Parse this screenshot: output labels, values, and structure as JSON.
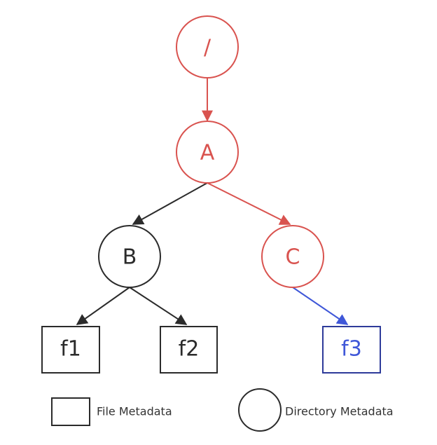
{
  "colors": {
    "red": "#d9534f",
    "black": "#2b2b2b",
    "blue": "#3f57d8",
    "navy": "#2e3b9a"
  },
  "nodes": {
    "root": "/",
    "a": "A",
    "b": "B",
    "c": "C",
    "f1": "f1",
    "f2": "f2",
    "f3": "f3"
  },
  "legend": {
    "file": "File Metadata",
    "directory": "Directory Metadata"
  }
}
